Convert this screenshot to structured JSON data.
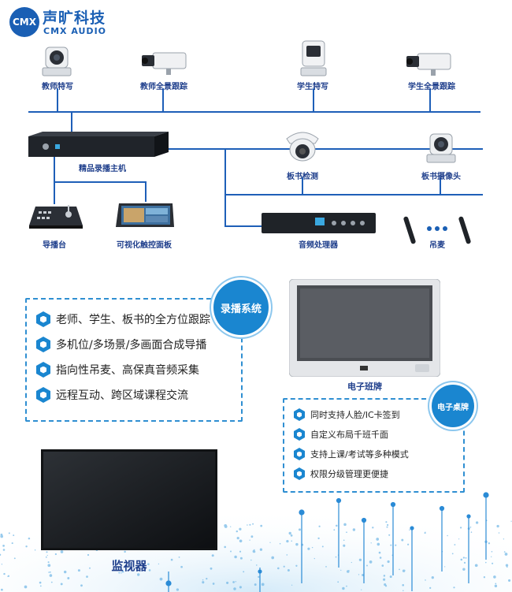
{
  "brand": {
    "badge": "CMX",
    "name_cn": "声旷科技",
    "name_en": "CMX AUDIO"
  },
  "cameras": [
    {
      "label": "教师特写"
    },
    {
      "label": "教师全景跟踪"
    },
    {
      "label": "学生特写"
    },
    {
      "label": "学生全景跟踪"
    }
  ],
  "devices": {
    "host": "精品录播主机",
    "board_detect": "板书检测",
    "board_camera": "板书摄像头",
    "director": "导播台",
    "touch_panel": "可视化触控面板",
    "audio_processor": "音频处理器",
    "mic": "吊麦"
  },
  "recording": {
    "badge": "录播系统",
    "features": [
      "老师、学生、板书的全方位跟踪",
      "多机位/多场景/多画面合成导播",
      "指向性吊麦、高保真音频采集",
      "远程互动、跨区域课程交流"
    ]
  },
  "class_board": {
    "label": "电子班牌",
    "badge": "电子桌牌",
    "features": [
      "同时支持人脸/IC卡签到",
      "自定义布局千班千面",
      "支持上课/考试等多种模式",
      "权限分级管理更便捷"
    ]
  },
  "monitor": {
    "label": "监视器"
  },
  "colors": {
    "primary": "#1a86d0",
    "wire": "#1e5fb8",
    "text": "#1f3f8c",
    "dashed": "#2f8fd2"
  }
}
